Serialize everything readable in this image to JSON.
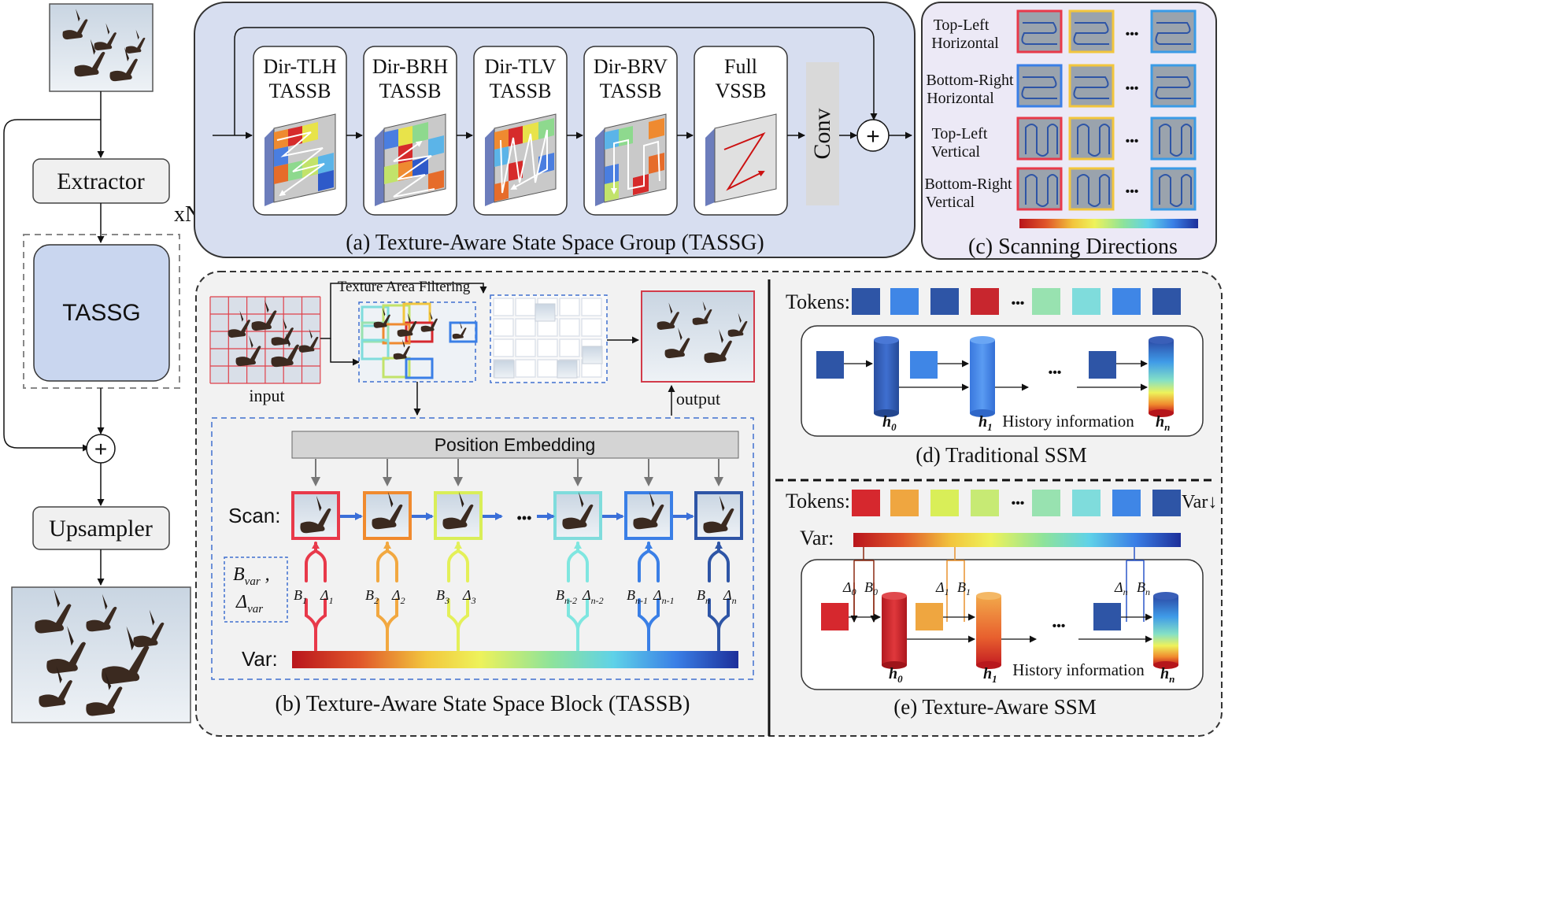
{
  "left": {
    "extractor": "Extractor",
    "repeat": "xN",
    "group": "TASSG",
    "upsampler": "Upsampler",
    "plus": "+"
  },
  "panel_a": {
    "blocks": [
      {
        "line1": "Dir-TLH",
        "line2": "TASSB"
      },
      {
        "line1": "Dir-BRH",
        "line2": "TASSB"
      },
      {
        "line1": "Dir-TLV",
        "line2": "TASSB"
      },
      {
        "line1": "Dir-BRV",
        "line2": "TASSB"
      },
      {
        "line1": "Full",
        "line2": "VSSB"
      }
    ],
    "conv": "Conv",
    "caption": "(a) Texture-Aware State Space Group (TASSG)"
  },
  "panel_b": {
    "filter_label": "Texture Area Filtering",
    "input_label": "input",
    "output_label": "output",
    "position_embedding": "Position Embedding",
    "scan_label": "Scan:",
    "var_label": "Var:",
    "bvar": "B",
    "bvar_sub": "var",
    "dvar": "Δ",
    "dvar_sub": "var",
    "params": [
      {
        "b": "B",
        "b_sub": "1",
        "d": "Δ",
        "d_sub": "1"
      },
      {
        "b": "B",
        "b_sub": "2",
        "d": "Δ",
        "d_sub": "2"
      },
      {
        "b": "B",
        "b_sub": "3",
        "d": "Δ",
        "d_sub": "3"
      },
      {
        "b": "B",
        "b_sub": "n-2",
        "d": "Δ",
        "d_sub": "n-2"
      },
      {
        "b": "B",
        "b_sub": "n-1",
        "d": "Δ",
        "d_sub": "n-1"
      },
      {
        "b": "B",
        "b_sub": "n",
        "d": "Δ",
        "d_sub": "n"
      }
    ],
    "dots": "•••",
    "caption": "(b) Texture-Aware State Space Block (TASSB)"
  },
  "panel_c": {
    "rows": [
      {
        "line1": "Top-Left",
        "line2": "Horizontal"
      },
      {
        "line1": "Bottom-Right",
        "line2": "Horizontal"
      },
      {
        "line1": "Top-Left",
        "line2": "Vertical"
      },
      {
        "line1": "Bottom-Right",
        "line2": "Vertical"
      }
    ],
    "dots": "•••",
    "caption": "(c) Scanning Directions"
  },
  "panel_d": {
    "tokens_label": "Tokens:",
    "token_colors": [
      "#2e55a6",
      "#3f86e6",
      "#2e55a6",
      "#c8262e",
      "#98e2b0",
      "#7fdcdc",
      "#3f86e6",
      "#2e55a6"
    ],
    "h0": "h",
    "h0_sub": "0",
    "h1": "h",
    "h1_sub": "1",
    "hn": "h",
    "hn_sub": "n",
    "history": "History information",
    "dots": "•••",
    "caption": "(d) Traditional SSM"
  },
  "panel_e": {
    "tokens_label": "Tokens:",
    "token_colors": [
      "#d6282e",
      "#efa640",
      "#d9ee58",
      "#c7ea74",
      "#98e2b0",
      "#7fdcdc",
      "#3f86e6",
      "#2e55a6"
    ],
    "var_down": "Var↓",
    "var_label": "Var:",
    "p0": {
      "d": "Δ",
      "d_sub": "0",
      "b": "B",
      "b_sub": "0"
    },
    "p1": {
      "d": "Δ",
      "d_sub": "1",
      "b": "B",
      "b_sub": "1"
    },
    "pn": {
      "d": "Δ",
      "d_sub": "n",
      "b": "B",
      "b_sub": "n"
    },
    "h0": "h",
    "h0_sub": "0",
    "h1": "h",
    "h1_sub": "1",
    "hn": "h",
    "hn_sub": "n",
    "history": "History information",
    "dots": "•••",
    "caption": "(e) Texture-Aware SSM"
  },
  "colors": {
    "panel_fill": "#d7def0",
    "tassg_fill": "#c9d6ef",
    "scan_panel_fill": "#ece9f6",
    "token_dark": "#2e55a6",
    "token_blue": "#3f86e6",
    "token_red": "#c8262e"
  }
}
